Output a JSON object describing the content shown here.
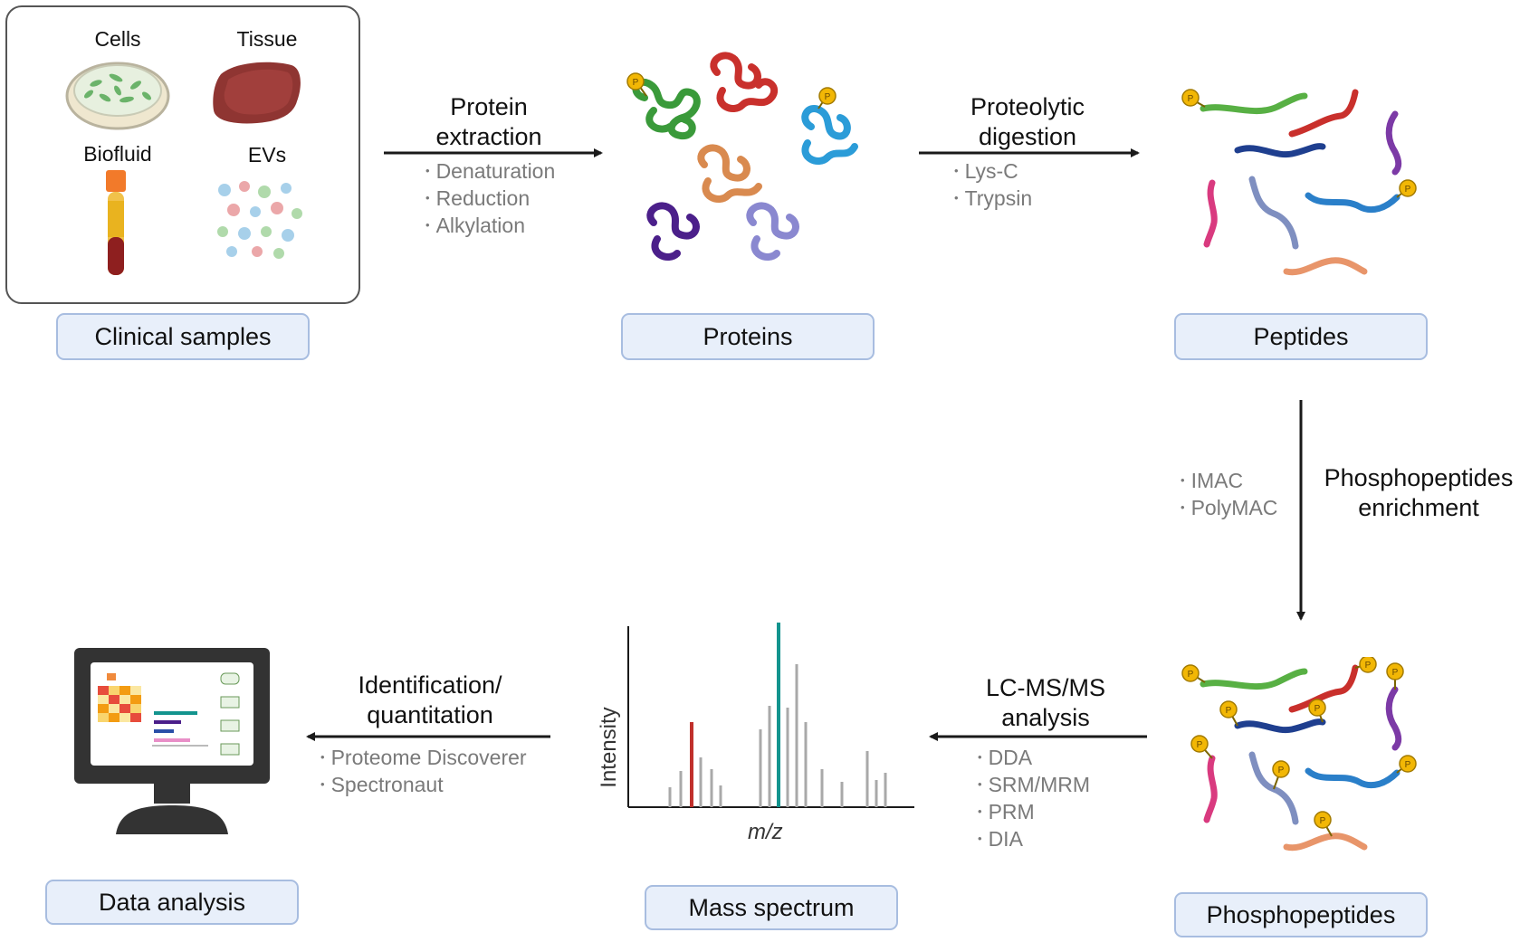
{
  "samples": {
    "cells": "Cells",
    "tissue": "Tissue",
    "biofluid": "Biofluid",
    "evs": "EVs"
  },
  "stages": {
    "clinical_samples": "Clinical samples",
    "proteins": "Proteins",
    "peptides": "Peptides",
    "phosphopeptides": "Phosphopeptides",
    "mass_spectrum": "Mass spectrum",
    "data_analysis": "Data analysis"
  },
  "steps": {
    "protein_extraction": {
      "title_line1": "Protein",
      "title_line2": "extraction",
      "bullets": [
        "Denaturation",
        "Reduction",
        "Alkylation"
      ]
    },
    "proteolytic_digestion": {
      "title_line1": "Proteolytic",
      "title_line2": "digestion",
      "bullets": [
        "Lys-C",
        "Trypsin"
      ]
    },
    "enrichment": {
      "title_line1": "Phosphopeptides",
      "title_line2": "enrichment",
      "bullets": [
        "IMAC",
        "PolyMAC"
      ]
    },
    "lcms": {
      "title_line1": "LC-MS/MS",
      "title_line2": "analysis",
      "bullets": [
        "DDA",
        "SRM/MRM",
        "PRM",
        "DIA"
      ]
    },
    "identification": {
      "title_line1": "Identification/",
      "title_line2": "quantitation",
      "bullets": [
        "Proteome Discoverer",
        "Spectronaut"
      ]
    }
  },
  "spectrum": {
    "ylabel": "Intensity",
    "xlabel": "m/z"
  },
  "phospho_marker": "P",
  "colors": {
    "label_fill": "#e8effa",
    "label_border": "#a8bde0",
    "arrow": "#1a1a1a",
    "bullet_text": "#7a7a7a",
    "phospho": "#f2b705",
    "spectrum_highlight_red": "#c0302b",
    "spectrum_highlight_teal": "#13948e",
    "spectrum_gray": "#a9a9a9"
  },
  "icons": {
    "cells": "petri-dish-icon",
    "tissue": "tissue-icon",
    "biofluid": "blood-tube-icon",
    "evs": "extracellular-vesicles-icon",
    "analysis": "computer-monitor-icon"
  }
}
